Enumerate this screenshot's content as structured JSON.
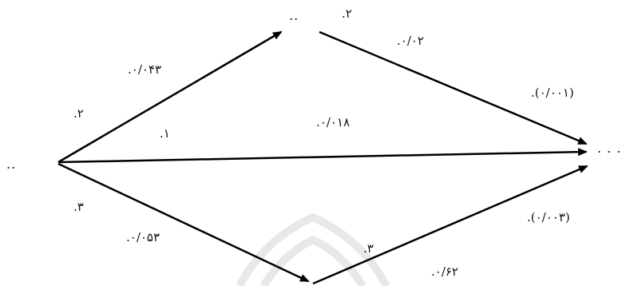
{
  "diagram": {
    "nodes": [
      {
        "id": "left",
        "label": ".."
      },
      {
        "id": "top",
        "label": ".."
      },
      {
        "id": "right",
        "label": ". . ."
      },
      {
        "id": "bottom",
        "label": ""
      }
    ],
    "edges": [
      {
        "id": "left-top",
        "from": "left",
        "to": "top",
        "coefficient": ".۰/۰۴۳",
        "path_label": ".۲"
      },
      {
        "id": "top-right",
        "from": "top",
        "to": "right",
        "coefficient": ".۰/۰۲",
        "path_label": ".۲",
        "indirect": ".(۰/۰۰۱)"
      },
      {
        "id": "left-right",
        "from": "left",
        "to": "right",
        "coefficient": ".۰/۰۱۸",
        "path_label": ".۱"
      },
      {
        "id": "left-bottom",
        "from": "left",
        "to": "bottom",
        "coefficient": ".۰/۰۵۳",
        "path_label": ".۳"
      },
      {
        "id": "bottom-right",
        "from": "bottom",
        "to": "right",
        "coefficient": ".۰/۶۲",
        "path_label": ".۳",
        "indirect": ".(۰/۰۰۳)"
      }
    ],
    "colors": {
      "line": "#000000",
      "watermark": "#e6e6e6"
    }
  }
}
